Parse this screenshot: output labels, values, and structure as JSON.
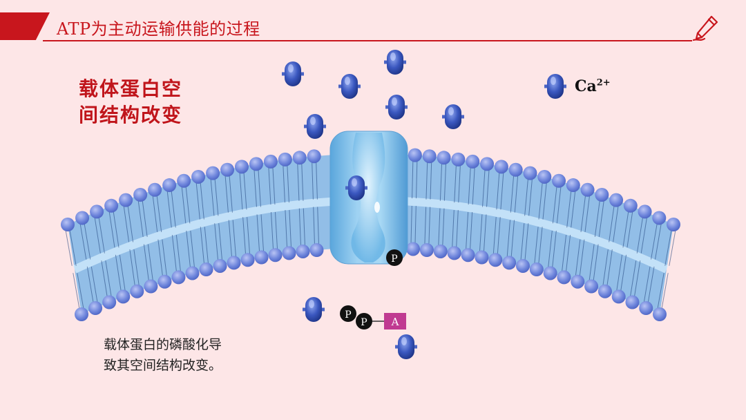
{
  "header": {
    "title": "ATP为主动运输供能的过程"
  },
  "heading": {
    "line1": "载体蛋白空",
    "line2": "间结构改变"
  },
  "ion_label": {
    "symbol": "Ca",
    "charge": "2+"
  },
  "caption": {
    "line1": "载体蛋白的磷酸化导",
    "line2": "致其空间结构改变。"
  },
  "phosphate_label": "P",
  "adenosine_label": "A",
  "colors": {
    "accent": "#c8161d",
    "adenosine": "#c03a91",
    "membrane": "#7fb6e6",
    "ion": "#2f4fb0"
  }
}
